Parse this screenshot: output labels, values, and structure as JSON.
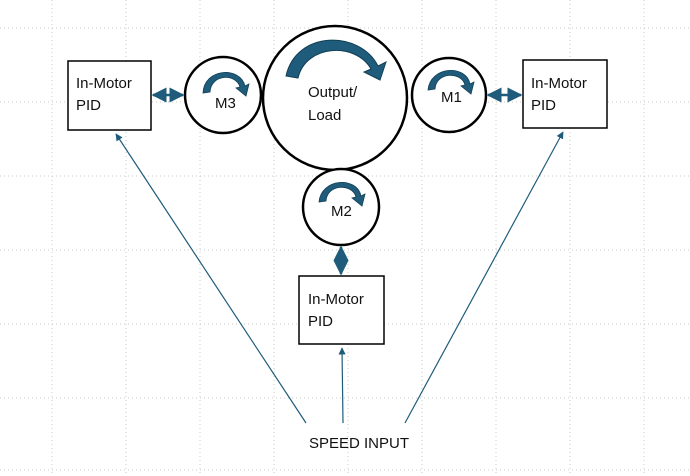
{
  "diagram": {
    "pid_boxes": [
      {
        "line1": "In-Motor",
        "line2": "PID"
      },
      {
        "line1": "In-Motor",
        "line2": "PID"
      },
      {
        "line1": "In-Motor",
        "line2": "PID"
      }
    ],
    "motors": [
      "M3",
      "M1",
      "M2"
    ],
    "output_label": {
      "line1": "Output/",
      "line2": "Load"
    },
    "speed_input": "SPEED INPUT"
  },
  "colors": {
    "arrow": "#1f5b7a",
    "rotation": "#1f5b7a",
    "stroke": "#000000",
    "grid": "#c8c8c8",
    "text": "#111111"
  }
}
